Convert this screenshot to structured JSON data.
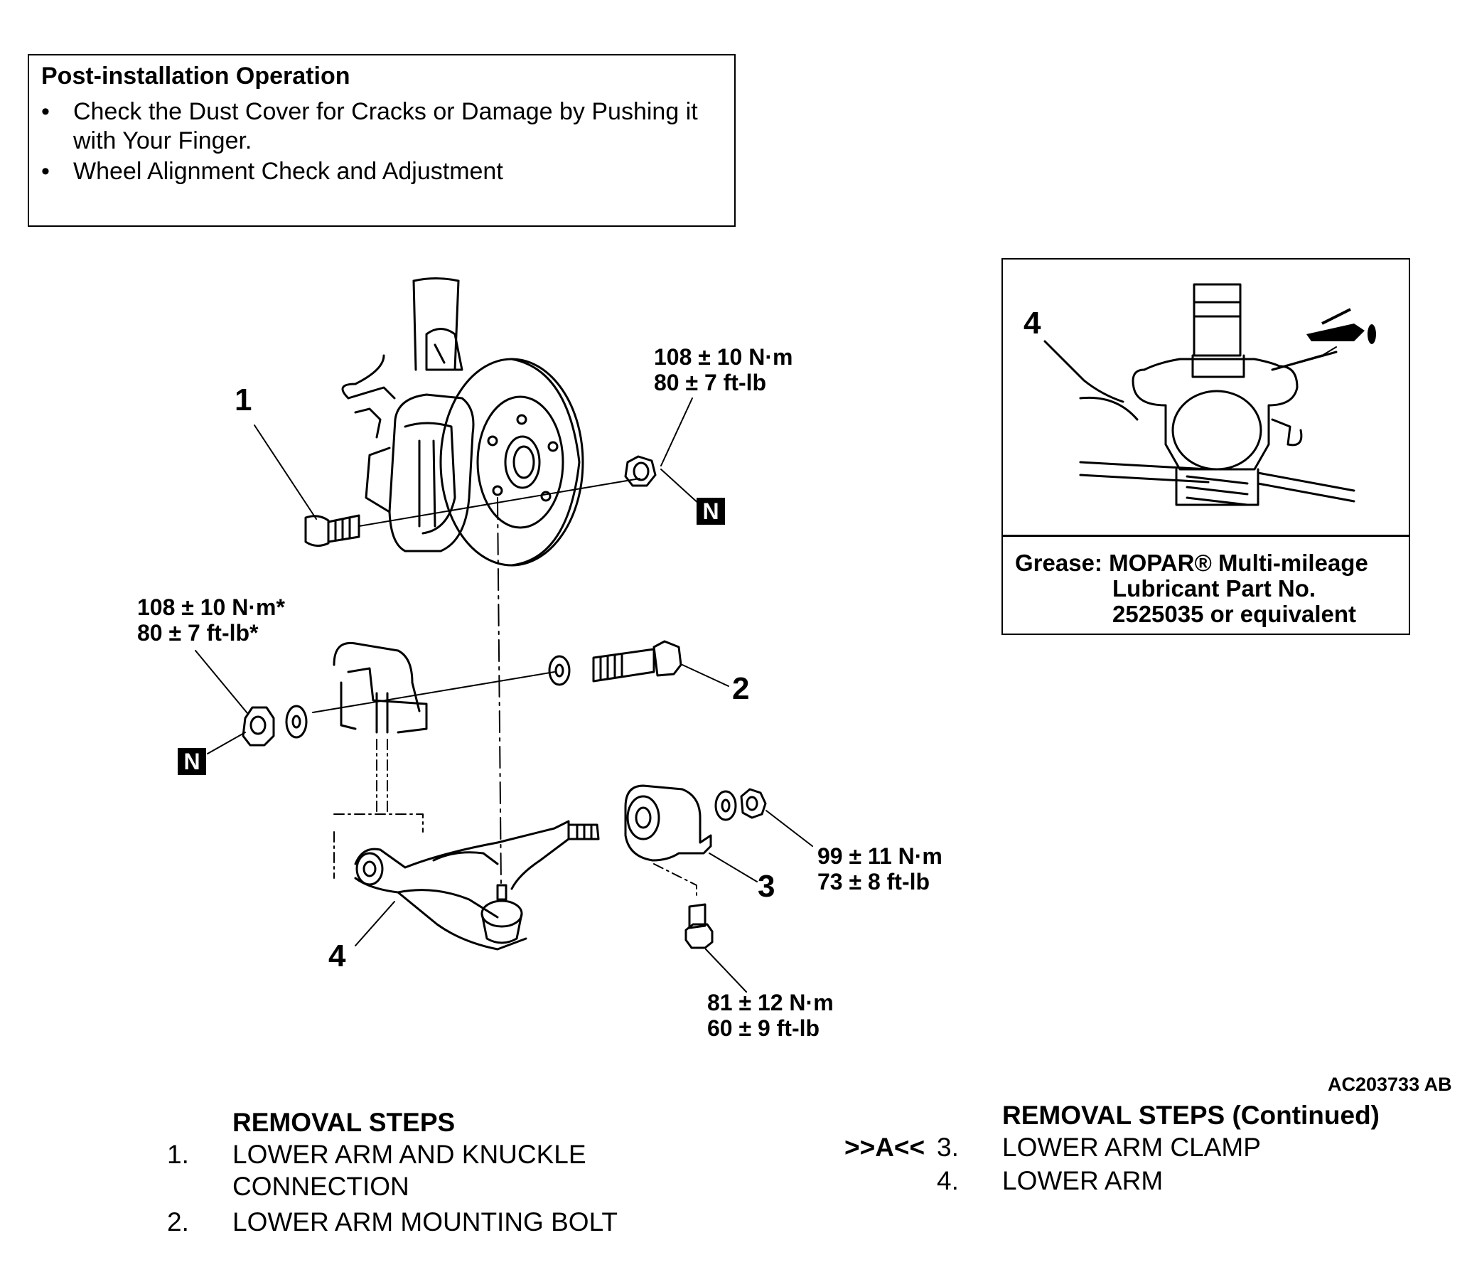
{
  "post_installation": {
    "title": "Post-installation Operation",
    "items": [
      "Check the Dust Cover for Cracks or Damage by Pushing it with Your Finger.",
      "Wheel Alignment Check and Adjustment"
    ]
  },
  "callouts": {
    "n1": "1",
    "n2": "2",
    "n3": "3",
    "n4": "4",
    "inset_n4": "4",
    "n_badge": "N"
  },
  "torques": {
    "nut_top": [
      "108 ± 10 N·m",
      "80 ± 7 ft-lb"
    ],
    "nut_left": [
      "108 ± 10 N·m*",
      "80 ± 7 ft-lb*"
    ],
    "clamp_nut": [
      "99 ± 11 N·m",
      "73 ± 8 ft-lb"
    ],
    "clamp_bolt": [
      "81 ± 12 N·m",
      "60 ± 9 ft-lb"
    ]
  },
  "grease": {
    "line1": "Grease: MOPAR® Multi-mileage",
    "line2": "Lubricant Part No.",
    "line3": "2525035 or equivalent"
  },
  "figure_code": "AC203733 AB",
  "removal_steps": {
    "title": "REMOVAL STEPS",
    "steps": [
      {
        "num": "1.",
        "text_line1": "LOWER ARM AND KNUCKLE",
        "text_line2": "CONNECTION"
      },
      {
        "num": "2.",
        "text_line1": "LOWER ARM MOUNTING BOLT"
      }
    ]
  },
  "removal_steps_continued": {
    "title": "REMOVAL STEPS (Continued)",
    "steps": [
      {
        "marker": ">>A<<",
        "num": "3.",
        "text": "LOWER ARM CLAMP"
      },
      {
        "num": "4.",
        "text": "LOWER ARM"
      }
    ]
  }
}
